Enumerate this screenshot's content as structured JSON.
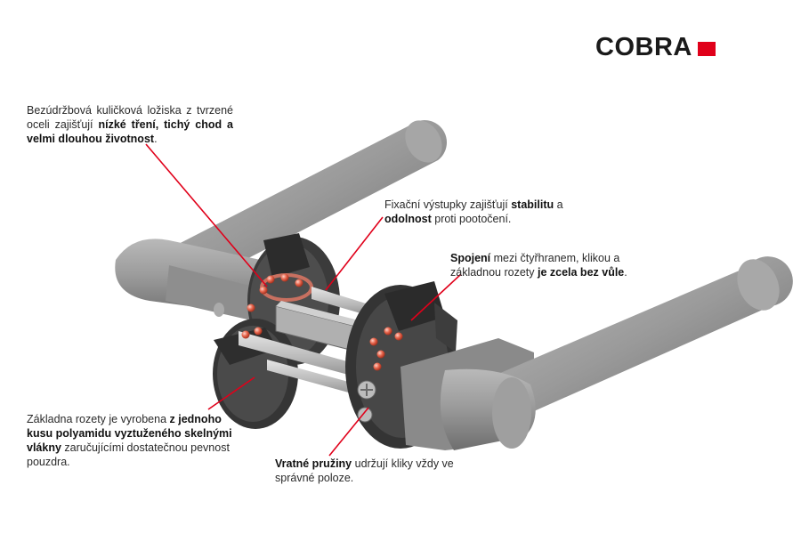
{
  "brand": {
    "logo_text": "COBRA"
  },
  "callouts": {
    "bearings": {
      "pre": "Bezúdržbová kuličková ložiska z tvrzené oceli zajišťují ",
      "bold1": "nízké tření, tichý chod a velmi dlouhou životnost",
      "post": "."
    },
    "fix": {
      "pre": "Fixační výstupky zajišťují ",
      "bold1": "stabilitu",
      "mid": " a ",
      "bold2": "odolnost",
      "post": " proti pootočení."
    },
    "join": {
      "bold1": "Spojení",
      "mid": " mezi čtyřhranem, klikou a základnou rozety ",
      "bold2": "je zcela bez vůle",
      "post": "."
    },
    "base": {
      "pre": "Základna rozety je vyrobena ",
      "bold1": "z jednoho kusu polyamidu vyztuženého skelnými vlákny",
      "post": " zaručujícími dostatečnou pevnost pouzdra."
    },
    "spring": {
      "bold1": "Vratné pružiny",
      "post": " udržují kliky vždy ve správné poloze."
    }
  },
  "colors": {
    "accent": "#e0001a",
    "metal": "#9a9a9a",
    "metal_dark": "#6f6f6f",
    "rosette": "#3a3a3a"
  }
}
